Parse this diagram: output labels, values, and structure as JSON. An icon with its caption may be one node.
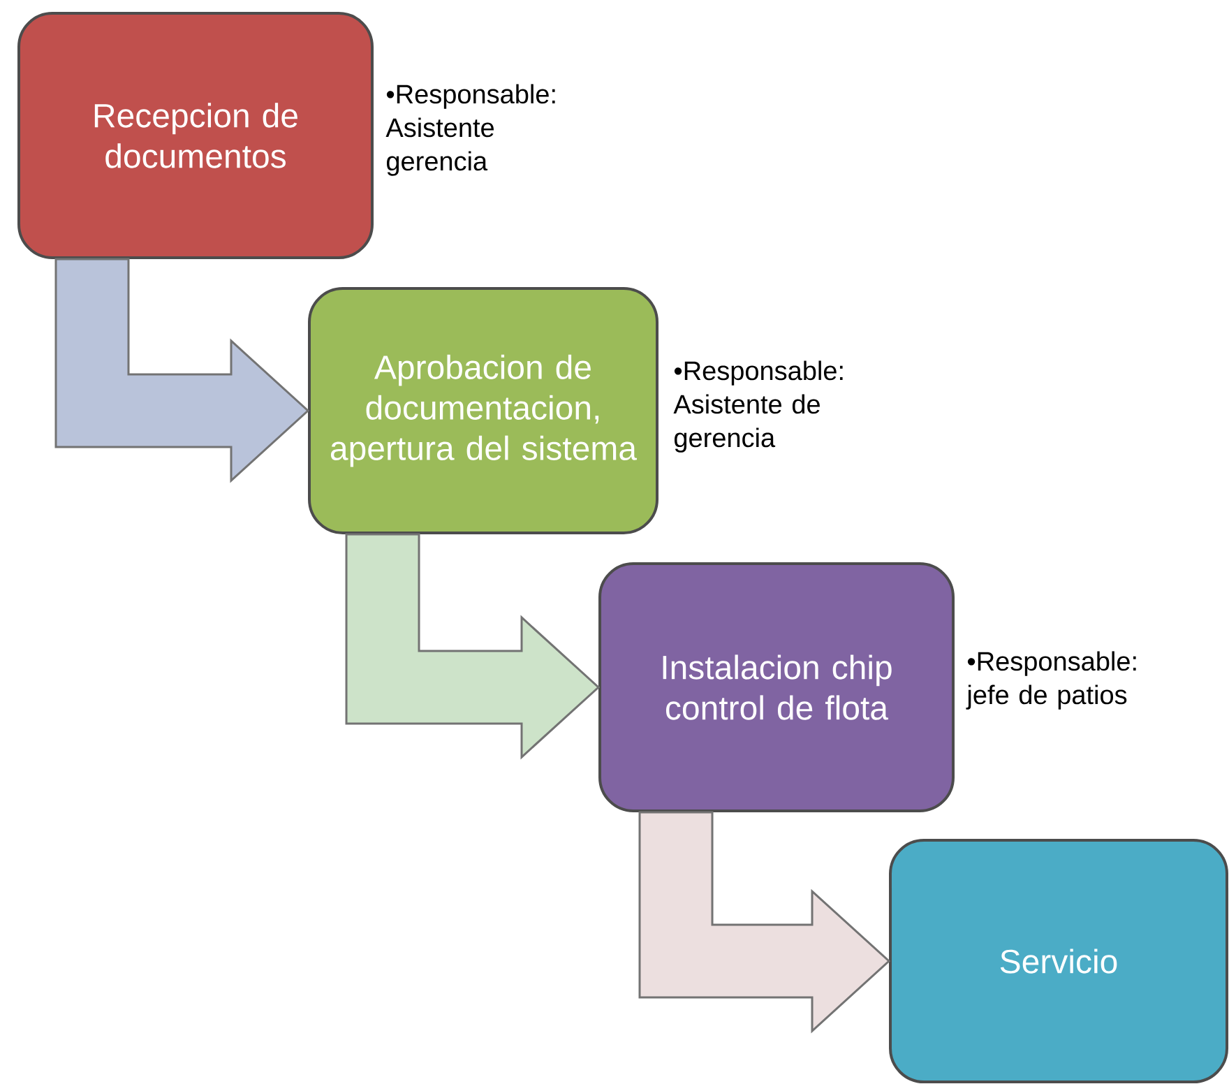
{
  "diagram": {
    "nodes": [
      {
        "text": [
          "Recepcion de documentos"
        ],
        "beside": [
          "•Responsable: Asistente gerencia"
        ]
      },
      {
        "text": [
          "Aprobacion de documentacion, apertura del sistema"
        ],
        "beside": [
          "•Responsable: Asistente de gerencia"
        ]
      },
      {
        "text": [
          "Instalacion chip control de flota"
        ],
        "beside": [
          "•Responsable: jefe de patios"
        ]
      },
      {
        "text": [
          "Servicio"
        ]
      }
    ],
    "edges": [
      {
        "from": 0,
        "to": 1,
        "arrow": "to",
        "color": "#b9c3da"
      },
      {
        "from": 1,
        "to": 2,
        "arrow": "to",
        "color": "#cde3c9"
      },
      {
        "from": 2,
        "to": 3,
        "arrow": "to",
        "color": "#ecdfdf"
      }
    ]
  }
}
